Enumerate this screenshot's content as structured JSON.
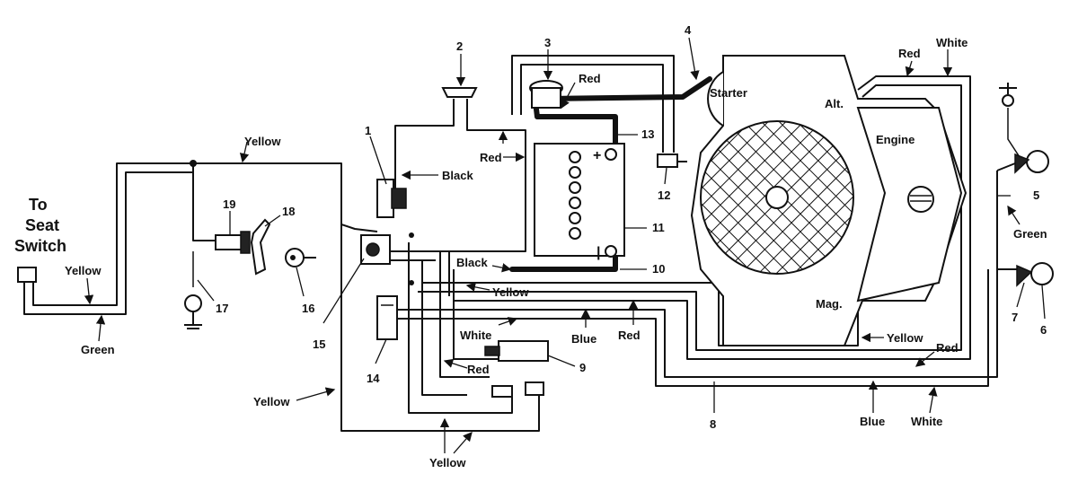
{
  "title": {
    "line1": "To",
    "line2": "Seat",
    "line3": "Switch"
  },
  "components": {
    "c1": "1",
    "c2": "2",
    "c3": "3",
    "c4": "4",
    "c5": "5",
    "c6": "6",
    "c7": "7",
    "c8": "8",
    "c9": "9",
    "c10": "10",
    "c11": "11",
    "c12": "12",
    "c13": "13",
    "c14": "14",
    "c15": "15",
    "c16": "16",
    "c17": "17",
    "c18": "18",
    "c19": "19"
  },
  "engine": {
    "starter": "Starter",
    "alt": "Alt.",
    "engine": "Engine",
    "mag": "Mag."
  },
  "battery": {
    "plus": "+",
    "minus": "|"
  },
  "wires": {
    "yellow_top": "Yellow",
    "yellow_left": "Yellow",
    "green_left": "Green",
    "black_1": "Black",
    "red_13": "Red",
    "red_3": "Red",
    "red_top_right": "Red",
    "white_top_right": "White",
    "green_right": "Green",
    "black_10": "Black",
    "yellow_mid": "Yellow",
    "white_mid": "White",
    "blue_mid": "Blue",
    "red_mid": "Red",
    "yellow_engine": "Yellow",
    "red_engine": "Red",
    "red_lower": "Red",
    "yellow_lower_left": "Yellow",
    "yellow_bottom": "Yellow",
    "blue_bottom": "Blue",
    "white_bottom": "White"
  }
}
